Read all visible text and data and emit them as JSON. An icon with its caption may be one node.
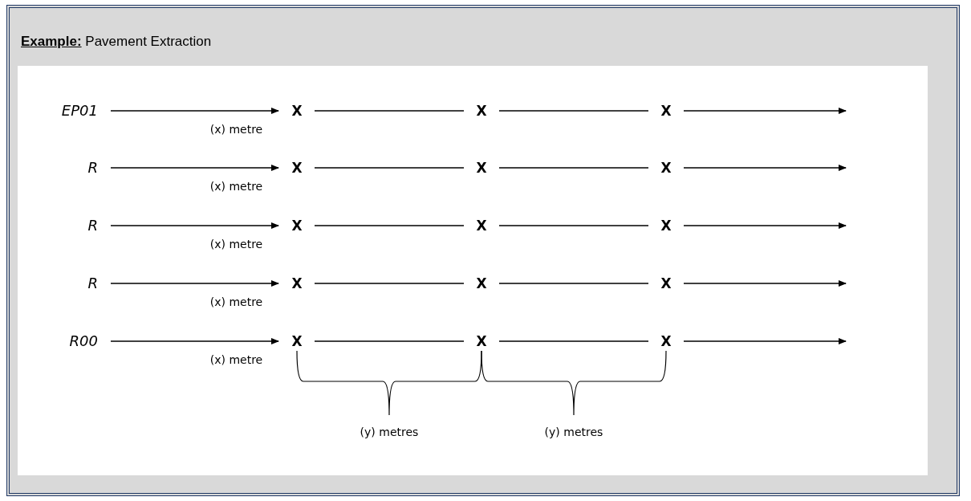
{
  "diagram": {
    "title": "**Example:** Pavement Extraction",
    "nodes": [
      {
        "text": [
          "EP01"
        ]
      },
      {
        "text": [
          "X"
        ]
      },
      {
        "text": [
          "X"
        ]
      },
      {
        "text": [
          "X"
        ]
      },
      {
        "text": [
          "R"
        ]
      },
      {
        "text": [
          "X"
        ]
      },
      {
        "text": [
          "X"
        ]
      },
      {
        "text": [
          "X"
        ]
      },
      {
        "text": [
          "R"
        ]
      },
      {
        "text": [
          "X"
        ]
      },
      {
        "text": [
          "X"
        ]
      },
      {
        "text": [
          "X"
        ]
      },
      {
        "text": [
          "R"
        ]
      },
      {
        "text": [
          "X"
        ]
      },
      {
        "text": [
          "X"
        ]
      },
      {
        "text": [
          "X"
        ]
      },
      {
        "text": [
          "R00"
        ]
      },
      {
        "text": [
          "X"
        ]
      },
      {
        "text": [
          "X"
        ]
      },
      {
        "text": [
          "X"
        ]
      }
    ],
    "edges": [
      {
        "from": 0,
        "to": 1,
        "arrow": "to",
        "label": "(x) metre"
      },
      {
        "from": 1,
        "to": 2,
        "arrow": "none"
      },
      {
        "from": 2,
        "to": 3,
        "arrow": "none"
      },
      {
        "from": 3,
        "to": null,
        "arrow": "to"
      },
      {
        "from": 4,
        "to": 5,
        "arrow": "to",
        "label": "(x) metre"
      },
      {
        "from": 5,
        "to": 6,
        "arrow": "none"
      },
      {
        "from": 6,
        "to": 7,
        "arrow": "none"
      },
      {
        "from": 7,
        "to": null,
        "arrow": "to"
      },
      {
        "from": 8,
        "to": 9,
        "arrow": "to",
        "label": "(x) metre"
      },
      {
        "from": 9,
        "to": 10,
        "arrow": "none"
      },
      {
        "from": 10,
        "to": 11,
        "arrow": "none"
      },
      {
        "from": 11,
        "to": null,
        "arrow": "to"
      },
      {
        "from": 12,
        "to": 13,
        "arrow": "to",
        "label": "(x) metre"
      },
      {
        "from": 13,
        "to": 14,
        "arrow": "none"
      },
      {
        "from": 14,
        "to": 15,
        "arrow": "none"
      },
      {
        "from": 15,
        "to": null,
        "arrow": "to"
      },
      {
        "from": 16,
        "to": 17,
        "arrow": "to",
        "label": "(x) metre"
      },
      {
        "from": 17,
        "to": 18,
        "arrow": "none"
      },
      {
        "from": 18,
        "to": 19,
        "arrow": "none"
      },
      {
        "from": 19,
        "to": null,
        "arrow": "to"
      }
    ],
    "labels": [
      "(y) metres",
      "(y) metres"
    ]
  }
}
